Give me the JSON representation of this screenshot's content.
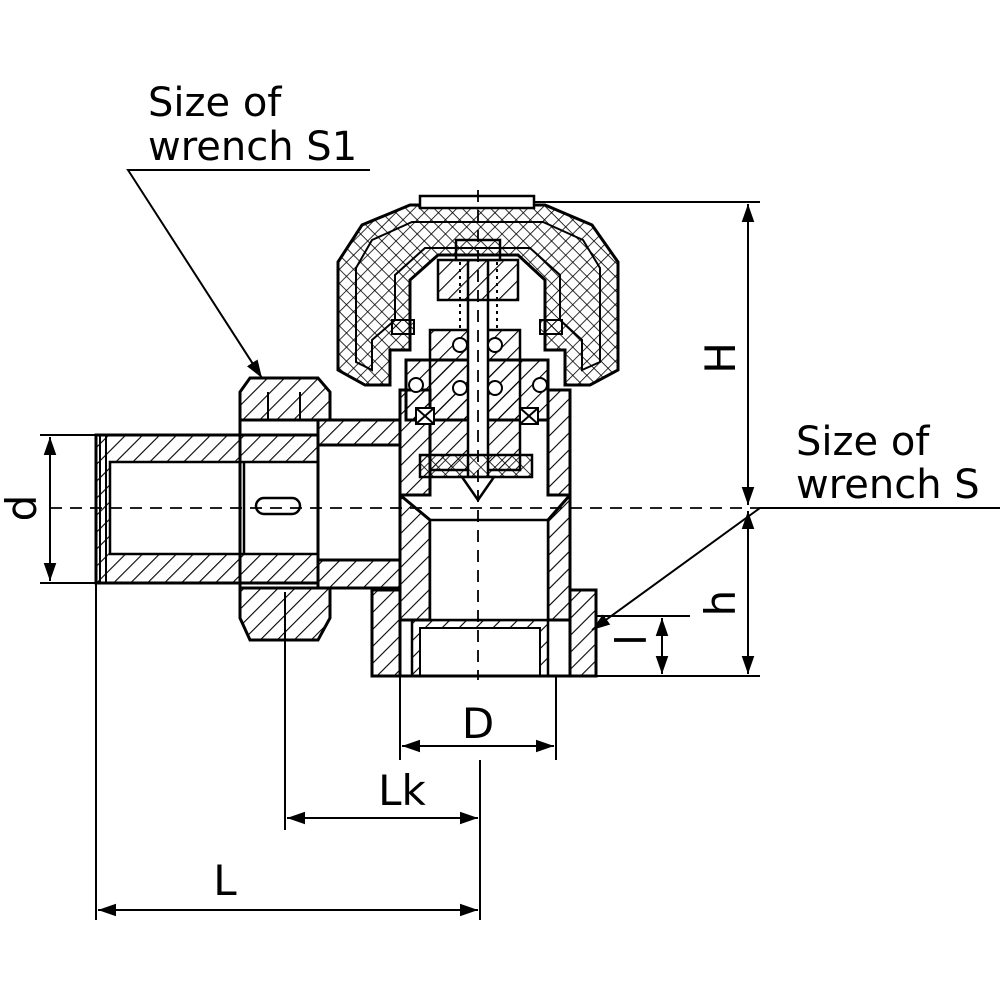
{
  "callouts": {
    "wrench_s1_line1": "Size of",
    "wrench_s1_line2": "wrench S1",
    "wrench_s_line1": "Size of",
    "wrench_s_line2": "wrench S"
  },
  "dimensions": {
    "H": "H",
    "h": "h",
    "l": "l",
    "d": "d",
    "D": "D",
    "Lk": "Lk",
    "L": "L"
  },
  "colors": {
    "ink": "#000000",
    "paper": "#ffffff"
  }
}
